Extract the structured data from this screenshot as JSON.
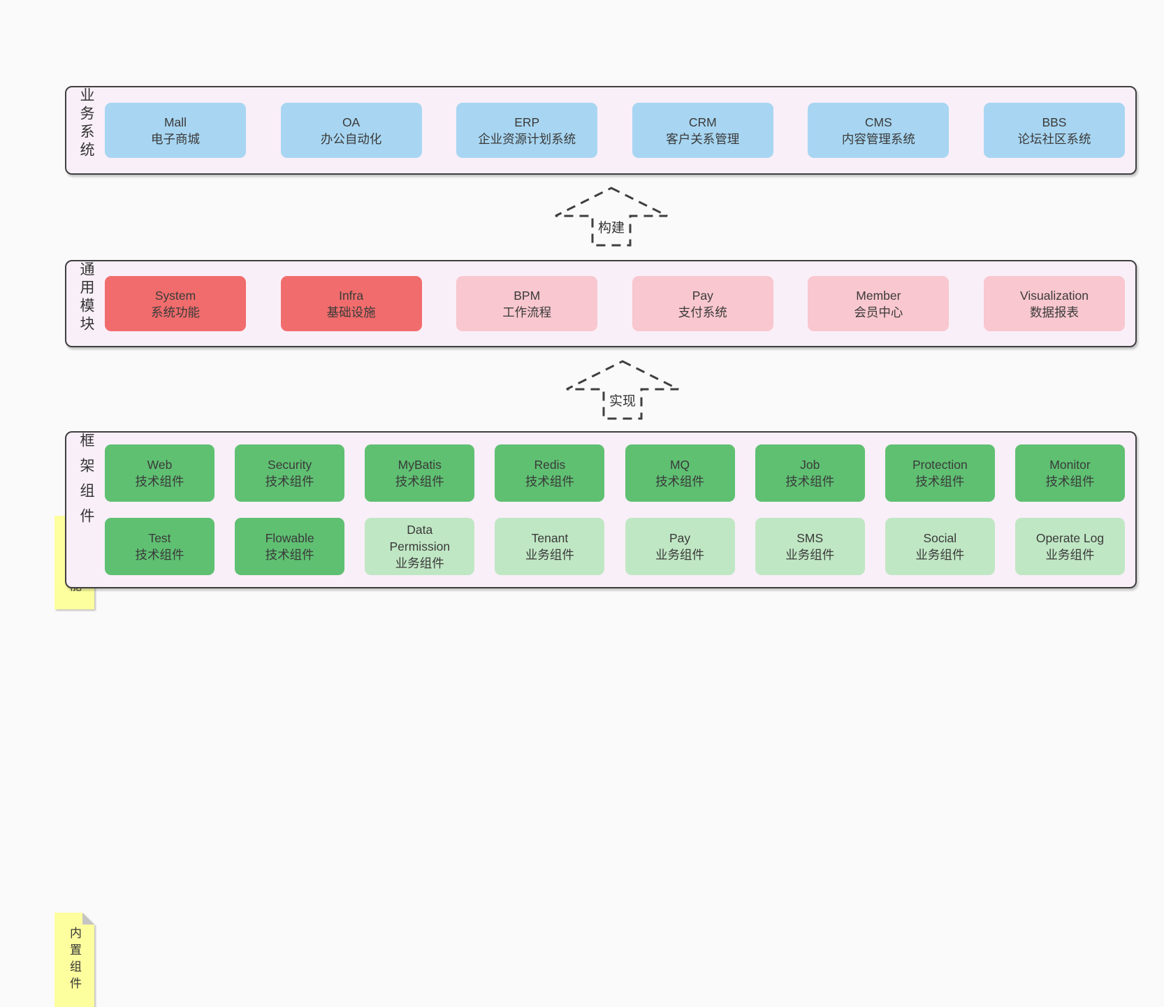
{
  "diagram": {
    "title_hint": "architecture-layers-diagram",
    "colors": {
      "page-bg": "#fafafa",
      "band-bg": "#f9eff8",
      "line": "#3f3f3f",
      "text": "#3a3a3a",
      "blue": "#a8d6f2",
      "red": "#f16c6c",
      "pink": "#f9c7cf",
      "green": "#5fc072",
      "lightgreen": "#c0e7c4",
      "yellow": "#fdff9e",
      "fold": "#c4c4c4"
    },
    "bands": [
      {
        "name": "business-systems",
        "label": "业务系统",
        "rows": [
          [
            {
              "title": "Mall",
              "subtitle": "电子商城",
              "variant": "blue"
            },
            {
              "title": "OA",
              "subtitle": "办公自动化",
              "variant": "blue"
            },
            {
              "title": "ERP",
              "subtitle": "企业资源计划系统",
              "variant": "blue"
            },
            {
              "title": "CRM",
              "subtitle": "客户关系管理",
              "variant": "blue"
            },
            {
              "title": "CMS",
              "subtitle": "内容管理系统",
              "variant": "blue"
            },
            {
              "title": "BBS",
              "subtitle": "论坛社区系统",
              "variant": "blue"
            }
          ]
        ]
      },
      {
        "name": "common-modules",
        "label": "通用模块",
        "rows": [
          [
            {
              "title": "System",
              "subtitle": "系统功能",
              "variant": "red"
            },
            {
              "title": "Infra",
              "subtitle": "基础设施",
              "variant": "red"
            },
            {
              "title": "BPM",
              "subtitle": "工作流程",
              "variant": "pink"
            },
            {
              "title": "Pay",
              "subtitle": "支付系统",
              "variant": "pink"
            },
            {
              "title": "Member",
              "subtitle": "会员中心",
              "variant": "pink"
            },
            {
              "title": "Visualization",
              "subtitle": "数据报表",
              "variant": "pink"
            }
          ]
        ]
      },
      {
        "name": "framework-components",
        "label": "框架组件",
        "rows": [
          [
            {
              "title": "Web",
              "subtitle": "技术组件",
              "variant": "green"
            },
            {
              "title": "Security",
              "subtitle": "技术组件",
              "variant": "green"
            },
            {
              "title": "MyBatis",
              "subtitle": "技术组件",
              "variant": "green"
            },
            {
              "title": "Redis",
              "subtitle": "技术组件",
              "variant": "green"
            },
            {
              "title": "MQ",
              "subtitle": "技术组件",
              "variant": "green"
            },
            {
              "title": "Job",
              "subtitle": "技术组件",
              "variant": "green"
            },
            {
              "title": "Protection",
              "subtitle": "技术组件",
              "variant": "green"
            },
            {
              "title": "Monitor",
              "subtitle": "技术组件",
              "variant": "green"
            }
          ],
          [
            {
              "title": "Test",
              "subtitle": "技术组件",
              "variant": "green"
            },
            {
              "title": "Flowable",
              "subtitle": "技术组件",
              "variant": "green"
            },
            {
              "title": "Data Permission",
              "subtitle": "业务组件",
              "variant": "lightgreen"
            },
            {
              "title": "Tenant",
              "subtitle": "业务组件",
              "variant": "lightgreen"
            },
            {
              "title": "Pay",
              "subtitle": "业务组件",
              "variant": "lightgreen"
            },
            {
              "title": "SMS",
              "subtitle": "业务组件",
              "variant": "lightgreen"
            },
            {
              "title": "Social",
              "subtitle": "业务组件",
              "variant": "lightgreen"
            },
            {
              "title": "Operate Log",
              "subtitle": "业务组件",
              "variant": "lightgreen"
            }
          ]
        ]
      }
    ],
    "arrows": [
      {
        "label": "构建"
      },
      {
        "label": "实现"
      }
    ],
    "notes": [
      {
        "label": "内置功能"
      },
      {
        "label": "内置组件"
      }
    ]
  }
}
